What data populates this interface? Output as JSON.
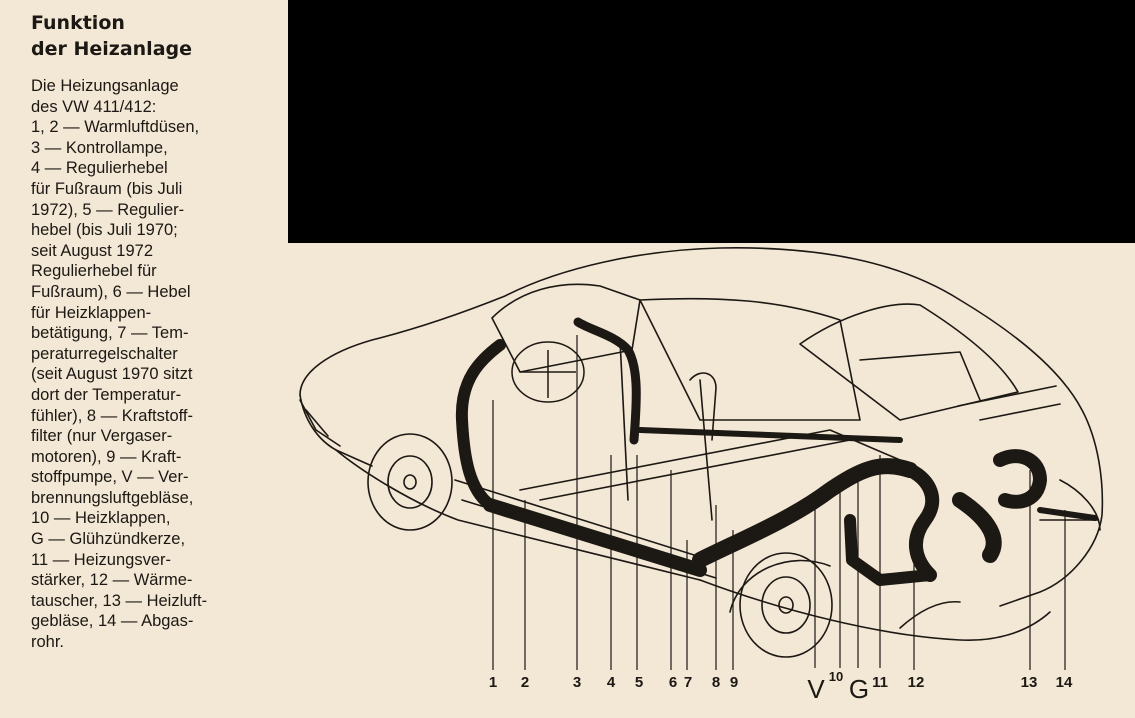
{
  "heading": {
    "line1": "Funktion",
    "line2": "der Heizanlage"
  },
  "caption_lines": [
    "Die Heizungsanlage",
    "des VW 411/412:",
    "1, 2 — Warmluftdüsen,",
    "3 — Kontrollampe,",
    "4 — Regulierhebel",
    "für Fußraum (bis Juli",
    "1972), 5 — Regulier-",
    "hebel (bis Juli 1970;",
    "seit August 1972",
    "Regulierhebel für",
    "Fußraum), 6 — Hebel",
    "für Heizklappen-",
    "betätigung, 7 — Tem-",
    "peraturregelschalter",
    "(seit August 1970 sitzt",
    "dort der Temperatur-",
    "fühler), 8 — Kraftstoff-",
    "filter (nur Vergaser-",
    "motoren), 9 — Kraft-",
    "stoffpumpe, V — Ver-",
    "brennungsluftgebläse,",
    "10 — Heizklappen,",
    "G — Glühzündkerze,",
    "11 — Heizungsver-",
    "stärker, 12 — Wärme-",
    "tauscher, 13 — Heizluft-",
    "gebläse, 14 — Abgas-",
    "rohr."
  ],
  "callouts": {
    "c1": "1",
    "c2": "2",
    "c3": "3",
    "c4": "4",
    "c5": "5",
    "c6": "6",
    "c7": "7",
    "c8": "8",
    "c9": "9",
    "cV": "V",
    "c10": "10",
    "cG": "G",
    "c11": "11",
    "c12": "12",
    "c13": "13",
    "c14": "14"
  },
  "colors": {
    "paper": "#f3e7d5",
    "ink": "#1c1813",
    "redaction": "#000000"
  },
  "icons": [
    "car-cutaway-illustration"
  ]
}
